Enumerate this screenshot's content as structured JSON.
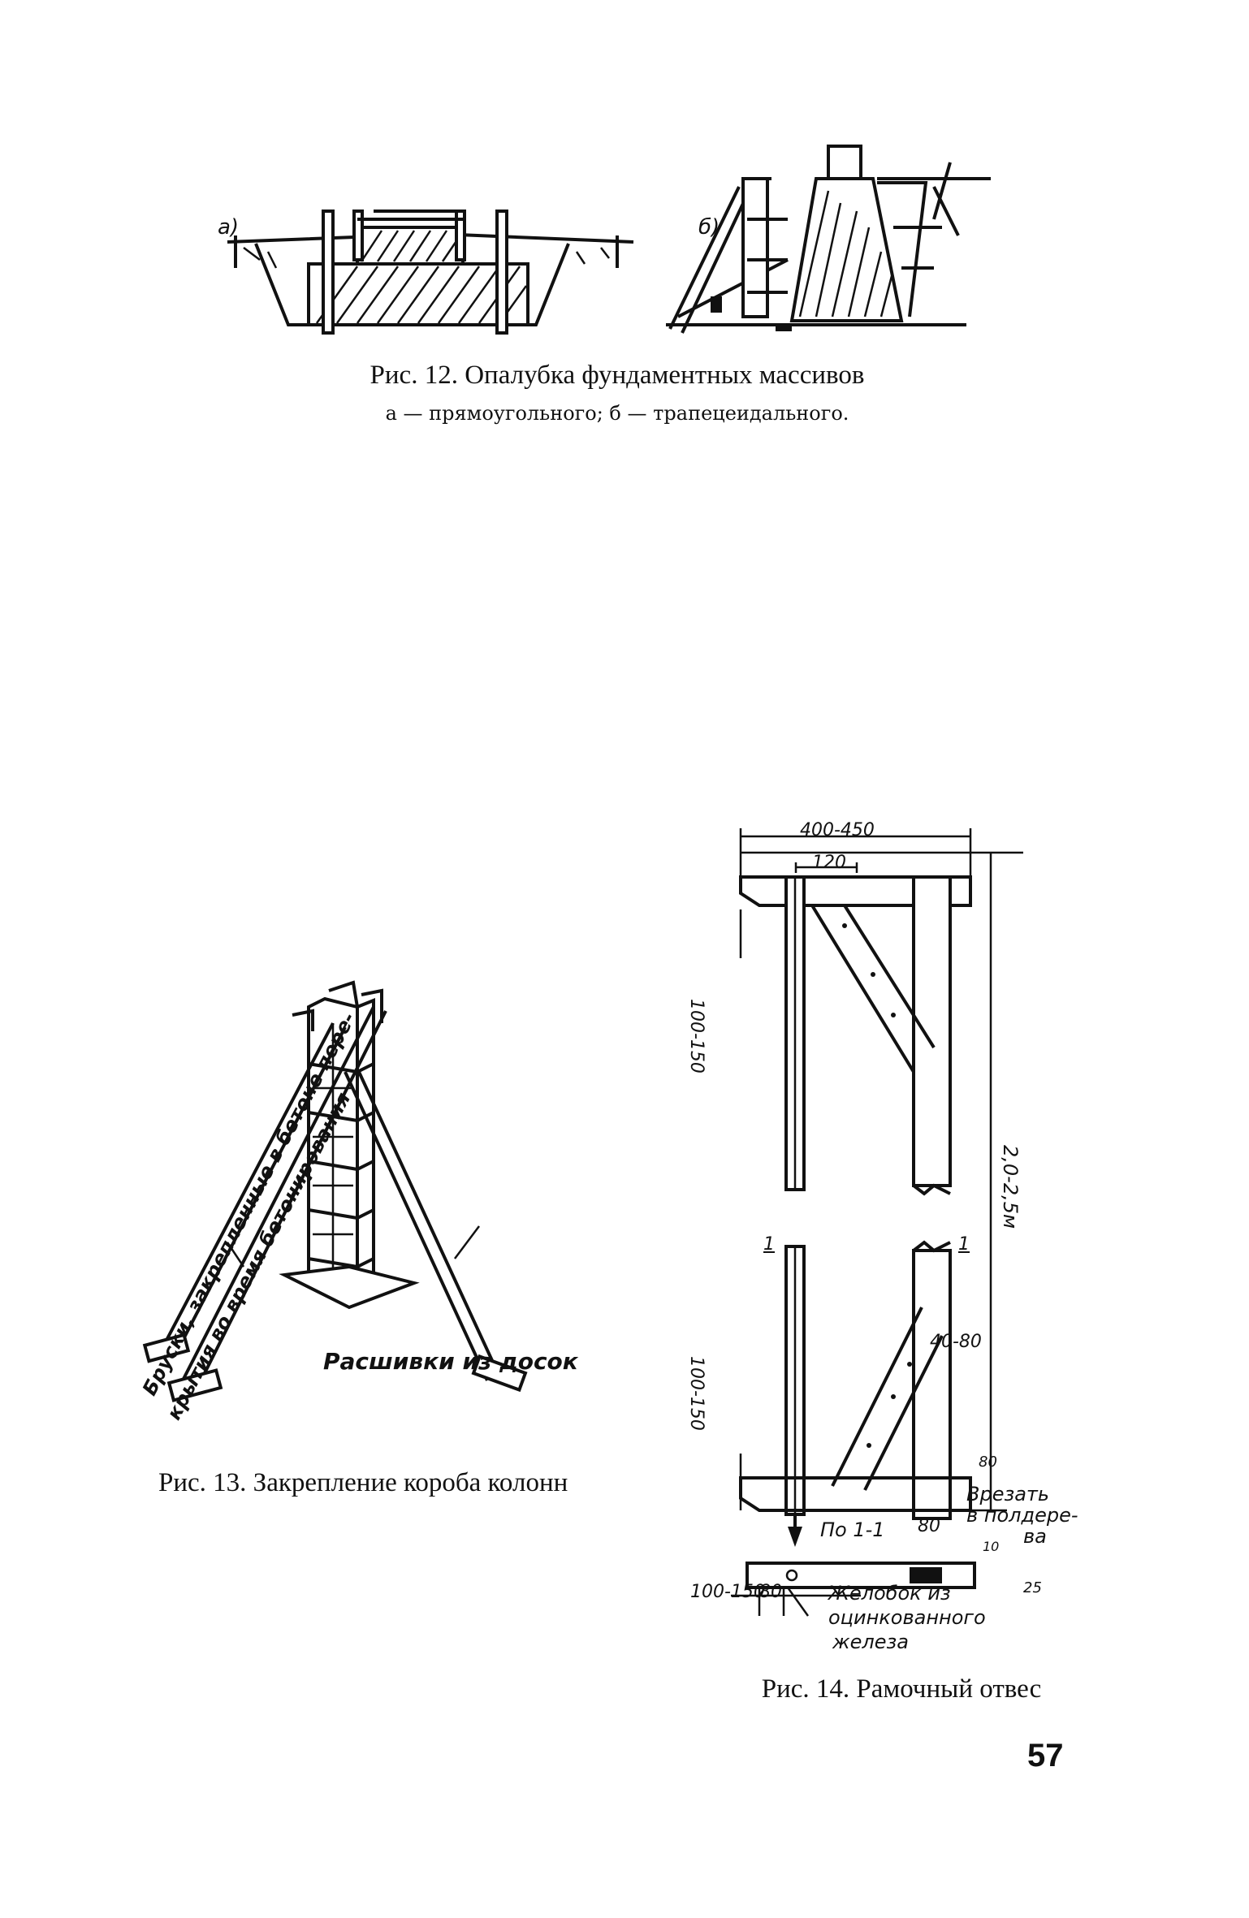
{
  "fig12": {
    "caption": "Рис. 12. Опалубка фундаментных массивов",
    "subcaption": "а — прямоугольного; б — трапецеидального.",
    "label_a": "а)",
    "label_b": "б)"
  },
  "fig13": {
    "caption": "Рис. 13. Закрепление короба колонн",
    "label_bars": "Бруски, закрепленные в бетоне перекрытия во время бетонирования",
    "label_bars_line1": "Бруски, закрепленные в бетоне пере-",
    "label_bars_line2": "крытия во время бетонирования",
    "label_braces": "Расшивки из досок"
  },
  "fig14": {
    "caption": "Рис. 14. Рамочный отвес",
    "dims": {
      "width_total": "400-450",
      "width_top": "120",
      "offset_top": "100-150",
      "height_total": "2,0-2,5м",
      "section_mark_left": "1",
      "section_mark_right": "1",
      "offset_bottom": "100-150",
      "brace": "40-80",
      "notch_h": "80",
      "notch_w": "80",
      "notch_depth": "10",
      "groove_depth": "25",
      "bottom_left": "100-150",
      "bottom_mid": "80"
    },
    "note_cut": "Врезать в полдерева",
    "note_cut_line1": "Врезать",
    "note_cut_line2": "в полдере-",
    "note_cut_line3": "ва",
    "section_title": "По 1-1",
    "note_groove": "Желобок из оцинкованного железа",
    "note_groove_line1": "Желобок из",
    "note_groove_line2": "оцинкованного",
    "note_groove_line3": "железа"
  },
  "page_number": "57"
}
